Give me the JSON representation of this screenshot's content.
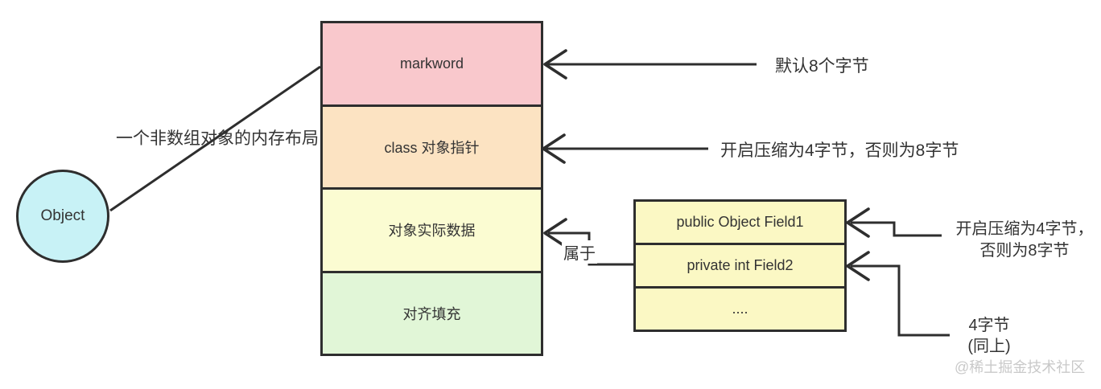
{
  "object_circle": {
    "label": "Object",
    "fill": "#c8f2f6"
  },
  "diagonal_label": "一个非数组对象的内存布局",
  "memory_box": {
    "sections": [
      {
        "label": "markword",
        "fill": "#f9c8cc"
      },
      {
        "label": "class 对象指针",
        "fill": "#fce3c2"
      },
      {
        "label": "对象实际数据",
        "fill": "#fbfcd2"
      },
      {
        "label": "对齐填充",
        "fill": "#e1f6d7"
      }
    ]
  },
  "field_box": {
    "fill": "#fbf8c4",
    "rows": [
      {
        "label": "public Object Field1"
      },
      {
        "label": "private int Field2"
      },
      {
        "label": "...."
      }
    ]
  },
  "annotations": {
    "markword_note": "默认8个字节",
    "class_pointer_note": "开启压缩为4字节，否则为8字节",
    "belongs_label": "属于",
    "field1_note_line1": "开启压缩为4字节，",
    "field1_note_line2": "否则为8字节",
    "field2_note_line1": "4字节",
    "field2_note_line2": "(同上)"
  },
  "watermark": "@稀土掘金技术社区",
  "colors": {
    "line": "#2e2e2e",
    "text": "#333333",
    "watermark": "#c9c9c9"
  }
}
